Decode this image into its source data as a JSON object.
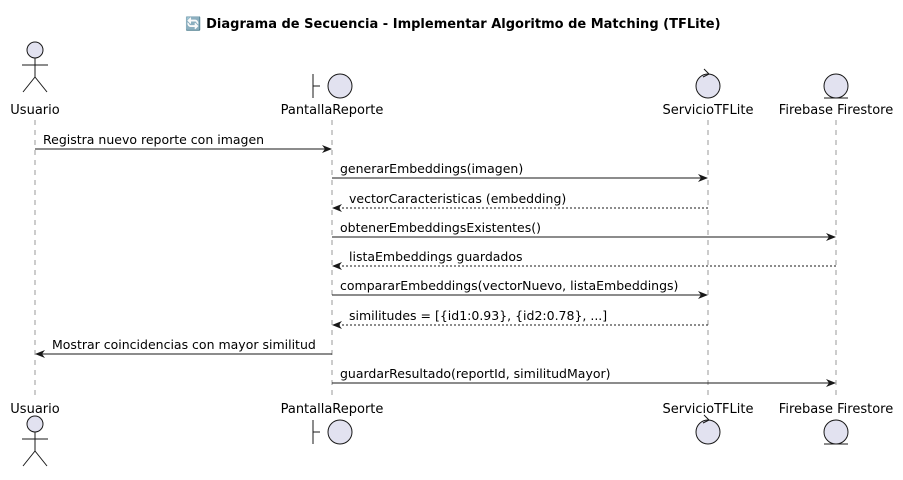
{
  "title": "🔄 Diagrama de Secuencia - Implementar Algoritmo de Matching (TFLite)",
  "participants": [
    {
      "id": "usuario",
      "label": "Usuario",
      "kind": "actor"
    },
    {
      "id": "pantalla",
      "label": "PantallaReporte",
      "kind": "boundary"
    },
    {
      "id": "servicio",
      "label": "ServicioTFLite",
      "kind": "control"
    },
    {
      "id": "firebase",
      "label": "Firebase Firestore",
      "kind": "entity"
    }
  ],
  "messages": [
    {
      "from": "usuario",
      "to": "pantalla",
      "label": "Registra nuevo reporte con imagen",
      "style": "solid"
    },
    {
      "from": "pantalla",
      "to": "servicio",
      "label": "generarEmbeddings(imagen)",
      "style": "solid"
    },
    {
      "from": "servicio",
      "to": "pantalla",
      "label": "vectorCaracteristicas (embedding)",
      "style": "dashed"
    },
    {
      "from": "pantalla",
      "to": "firebase",
      "label": "obtenerEmbeddingsExistentes()",
      "style": "solid"
    },
    {
      "from": "firebase",
      "to": "pantalla",
      "label": "listaEmbeddings guardados",
      "style": "dashed"
    },
    {
      "from": "pantalla",
      "to": "servicio",
      "label": "compararEmbeddings(vectorNuevo, listaEmbeddings)",
      "style": "solid"
    },
    {
      "from": "servicio",
      "to": "pantalla",
      "label": "similitudes = [{id1:0.93}, {id2:0.78}, ...]",
      "style": "dashed"
    },
    {
      "from": "pantalla",
      "to": "usuario",
      "label": "Mostrar coincidencias con mayor similitud",
      "style": "solid"
    },
    {
      "from": "pantalla",
      "to": "firebase",
      "label": "guardarResultado(reportId, similitudMayor)",
      "style": "solid"
    }
  ]
}
